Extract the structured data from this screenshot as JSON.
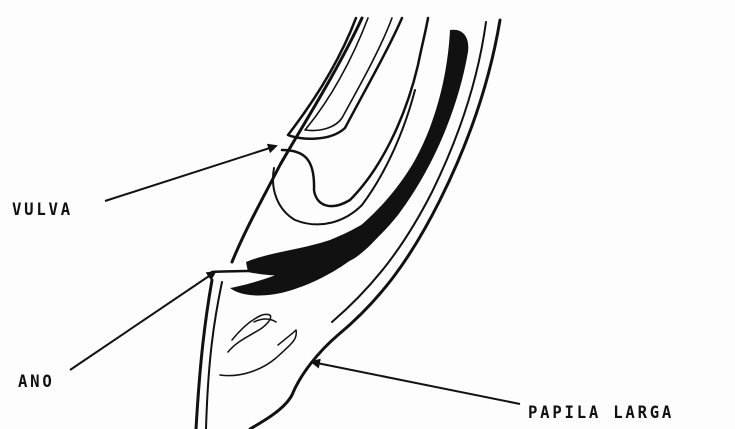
{
  "labels": {
    "vulva": "VULVA",
    "ano": "ANO",
    "papila": "PAPILA LARGA"
  },
  "colors": {
    "ink": "#111111",
    "paper": "#fdfdfd"
  }
}
